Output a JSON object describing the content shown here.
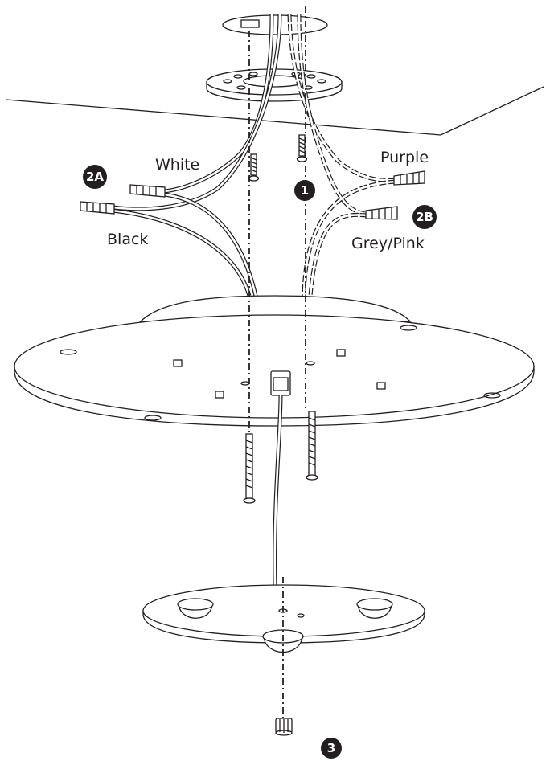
{
  "labels": {
    "white": "White",
    "black": "Black",
    "purple": "Purple",
    "grey_pink": "Grey/Pink"
  },
  "steps": {
    "step1": "1",
    "step2a": "2A",
    "step2b": "2B",
    "step3": "3"
  },
  "colors": {
    "line": "#231f20",
    "badge": "#231f20",
    "background": "#ffffff"
  }
}
